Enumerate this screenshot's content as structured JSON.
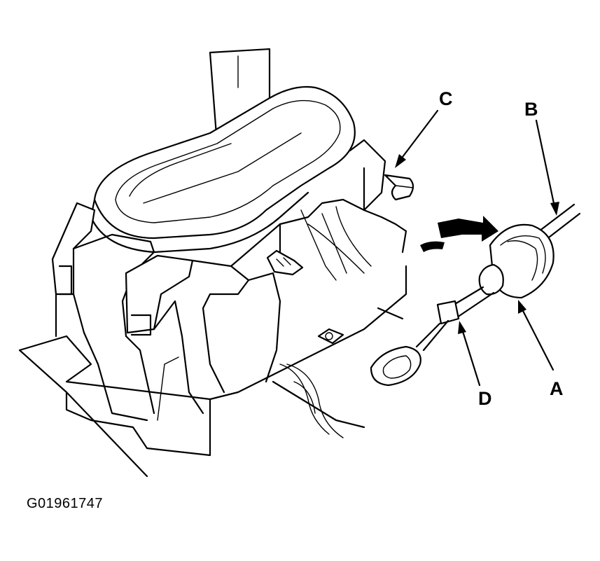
{
  "callouts": {
    "a": "A",
    "b": "B",
    "c": "C",
    "d": "D"
  },
  "figure_id": "G01961747"
}
